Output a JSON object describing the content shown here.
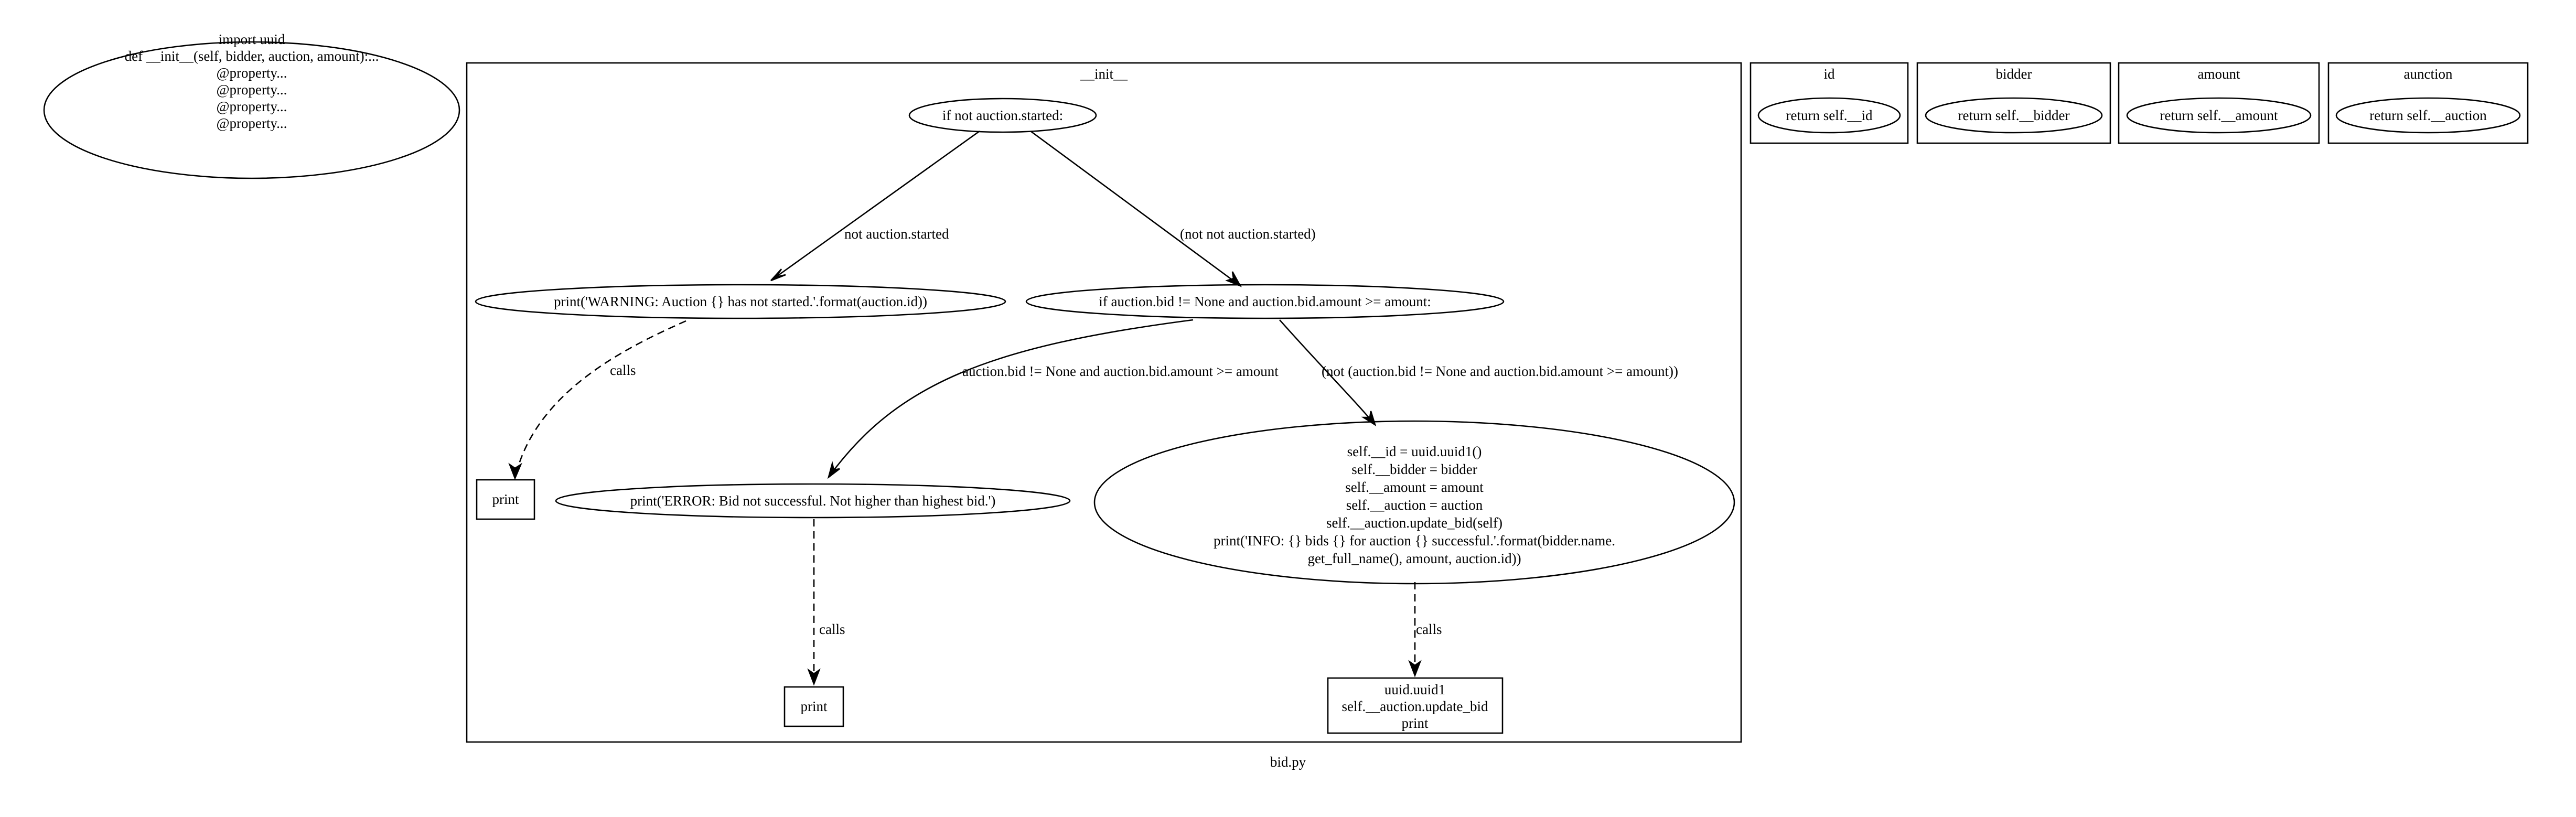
{
  "file_title": "bid.py",
  "module_node": {
    "lines": [
      "import uuid",
      "def __init__(self, bidder, auction, amount):...",
      "@property...",
      "@property...",
      "@property...",
      "@property..."
    ]
  },
  "init_cluster": {
    "title": "__init__",
    "nodes": {
      "if_started": "if not auction.started:",
      "print_warning": "print('WARNING: Auction {} has not started.'.format(auction.id))",
      "if_bid": "if auction.bid != None and auction.bid.amount >= amount:",
      "print_call_1": "print",
      "print_error": "print('ERROR: Bid not successful. Not higher than highest bid.')",
      "assign_block": [
        "self.__id = uuid.uuid1()",
        "self.__bidder = bidder",
        "self.__amount = amount",
        "self.__auction = auction",
        "self.__auction.update_bid(self)",
        "print('INFO: {} bids {} for auction {} successful.'.format(bidder.name.",
        "get_full_name(), amount, auction.id))"
      ],
      "print_call_2": "print",
      "calls_block": [
        "uuid.uuid1",
        "self.__auction.update_bid",
        "print"
      ]
    },
    "edge_labels": {
      "not_started": "not auction.started",
      "not_not_started": "(not not auction.started)",
      "calls_warning": "calls",
      "bid_true": "auction.bid != None and auction.bid.amount >= amount",
      "bid_false": "(not (auction.bid != None and auction.bid.amount >= amount))",
      "calls_error": "calls",
      "calls_assign": "calls"
    }
  },
  "property_clusters": [
    {
      "title": "id",
      "body": "return self.__id"
    },
    {
      "title": "bidder",
      "body": "return self.__bidder"
    },
    {
      "title": "amount",
      "body": "return self.__amount"
    },
    {
      "title": "aunction",
      "body": "return self.__auction"
    }
  ]
}
